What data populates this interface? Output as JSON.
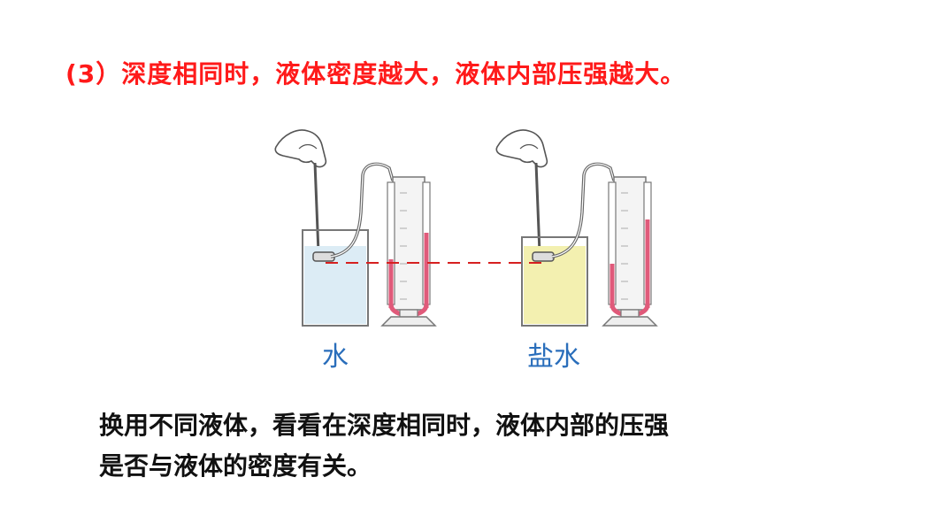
{
  "slide": {
    "title": "(3）深度相同时，液体密度越大，液体内部压强越大。",
    "captions": {
      "water": "水",
      "salt_water": "盐水"
    },
    "body_lines": [
      "换用不同液体，看看在深度相同时，液体内部的压强",
      "是否与液体的密度有关。"
    ]
  },
  "colors": {
    "title": "#ff1a1a",
    "caption": "#2a6ebb",
    "body": "#111111",
    "water": "#dcecf5",
    "salt_water": "#f3f0b0",
    "manometer_liquid": "#e05a7a",
    "guide_line": "#d62020"
  },
  "figure": {
    "apparatus": [
      {
        "liquid": "water",
        "manometer_left_level": 0.58,
        "manometer_right_level": 0.4
      },
      {
        "liquid": "salt_water",
        "manometer_left_level": 0.62,
        "manometer_right_level": 0.3
      }
    ]
  }
}
